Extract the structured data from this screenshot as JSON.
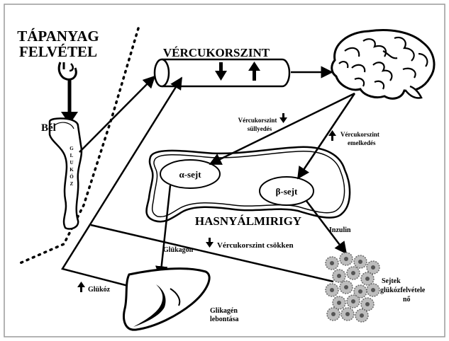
{
  "labels": {
    "tapanyag": "TÁPANYAG",
    "felvetel": "FELVÉTEL",
    "bel": "Bél",
    "glukoz_vertical": [
      "G",
      "L",
      "U",
      "K",
      "Ó",
      "Z"
    ],
    "vercukorszint_title": "VÉRCUKORSZINT",
    "vercukorszint_sullyedes_1": "Vércukorszint",
    "vercukorszint_sullyedes_2": "süllyedés",
    "vercukorszint_emelkedes_1": "Vércukorszint",
    "vercukorszint_emelkedes_2": "emelkedés",
    "alpha_sejt": "α-sejt",
    "beta_sejt": "β-sejt",
    "hasnyalmirigy": "HASNYÁLMIRIGY",
    "inzulin": "Inzulin",
    "vercukorszint_csokken": "Vércukorszint csökken",
    "glukagon": "Glükagon",
    "glukoz": "Glükóz",
    "glikogen_1": "Glikagén",
    "glikogen_2": "lebontása",
    "sejtek_1": "Sejtek",
    "sejtek_2": "glükózfelvétele",
    "sejtek_3": "nő"
  }
}
